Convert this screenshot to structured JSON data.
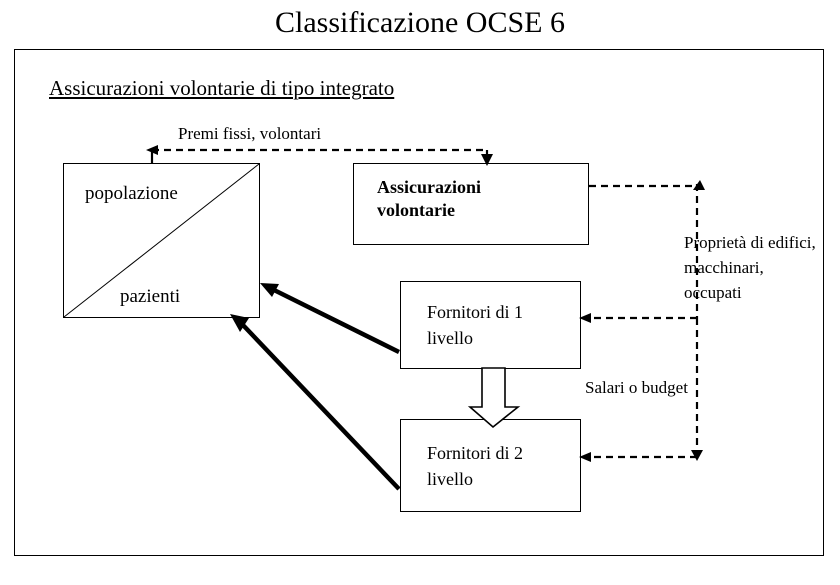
{
  "slide": {
    "title": "Classificazione OCSE 6",
    "section_heading": "Assicurazioni volontarie di tipo integrato"
  },
  "diagram": {
    "type": "flow-diagram",
    "nodes": [
      {
        "id": "popolazione",
        "label_top": "popolazione",
        "label_bottom": "pazienti",
        "style": "split-diagonal"
      },
      {
        "id": "assicurazioni",
        "label": "Assicurazioni\nvolontarie",
        "style": "bold"
      },
      {
        "id": "fornitori1",
        "label": "Fornitori di 1\nlivello",
        "style": "plain"
      },
      {
        "id": "fornitori2",
        "label": "Fornitori di 2\nlivello",
        "style": "plain"
      }
    ],
    "edges": [
      {
        "id": "premi",
        "from": "popolazione",
        "to": "assicurazioni",
        "label": "Premi fissi, volontari",
        "style": "dashed",
        "direction": "both"
      },
      {
        "id": "proprieta",
        "from": "assicurazioni",
        "to": "fornitori1",
        "label": "Proprietà di edifici, macchinari, occupati",
        "style": "dashed",
        "direction": "to"
      },
      {
        "id": "salari",
        "from": "assicurazioni",
        "to": "fornitori2",
        "label": "Salari o budget",
        "style": "dashed",
        "direction": "to"
      },
      {
        "id": "servizi1",
        "from": "fornitori1",
        "to": "popolazione",
        "label": "",
        "style": "solid-thick",
        "direction": "to"
      },
      {
        "id": "servizi2",
        "from": "fornitori2",
        "to": "popolazione",
        "label": "",
        "style": "solid-thick",
        "direction": "to"
      },
      {
        "id": "gerarchia",
        "from": "fornitori1",
        "to": "fornitori2",
        "label": "",
        "style": "block-arrow",
        "direction": "to"
      }
    ],
    "colors": {
      "stroke": "#000000",
      "fill": "#ffffff",
      "text": "#000000"
    }
  }
}
